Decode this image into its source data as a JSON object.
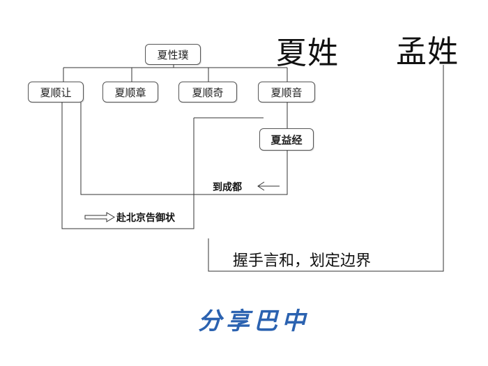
{
  "surnames": {
    "xia": "夏姓",
    "meng": "孟姓"
  },
  "tree": {
    "root": "夏性璞",
    "children": [
      "夏顺让",
      "夏顺章",
      "夏顺奇",
      "夏顺音"
    ],
    "grandchild": "夏益经"
  },
  "notes": {
    "to_chengdu": "到成都",
    "to_beijing": "赴北京告御状",
    "reconcile": "握手言和，划定边界"
  },
  "brand": {
    "text": "分享巴中",
    "color": "#2b62b0"
  }
}
